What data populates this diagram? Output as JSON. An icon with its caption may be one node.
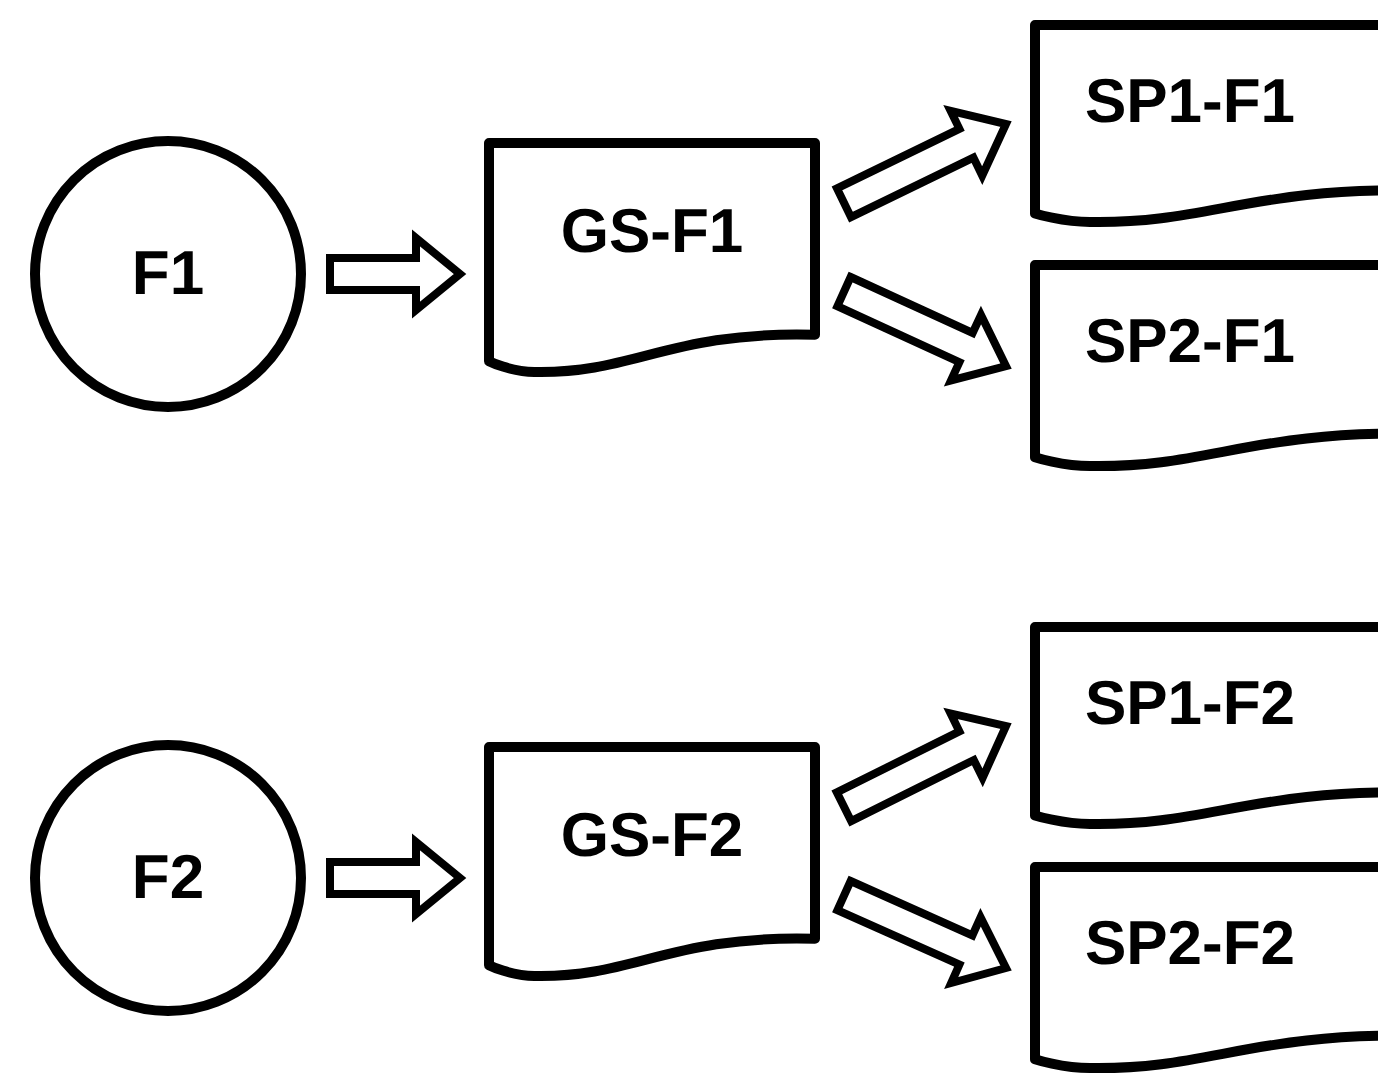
{
  "diagram": {
    "nodes": [
      {
        "text": [
          "F1"
        ]
      },
      {
        "text": [
          "GS-F1"
        ]
      },
      {
        "text": [
          "SP1-F1"
        ]
      },
      {
        "text": [
          "SP2-F1"
        ]
      },
      {
        "text": [
          "F2"
        ]
      },
      {
        "text": [
          "GS-F2"
        ]
      },
      {
        "text": [
          "SP1-F2"
        ]
      },
      {
        "text": [
          "SP2-F2"
        ]
      }
    ],
    "edges": [
      {
        "from": 0,
        "to": 1,
        "arrow": "to"
      },
      {
        "from": 1,
        "to": 2,
        "arrow": "to"
      },
      {
        "from": 1,
        "to": 3,
        "arrow": "to"
      },
      {
        "from": 4,
        "to": 5,
        "arrow": "to"
      },
      {
        "from": 5,
        "to": 6,
        "arrow": "to"
      },
      {
        "from": 5,
        "to": 7,
        "arrow": "to"
      }
    ]
  }
}
